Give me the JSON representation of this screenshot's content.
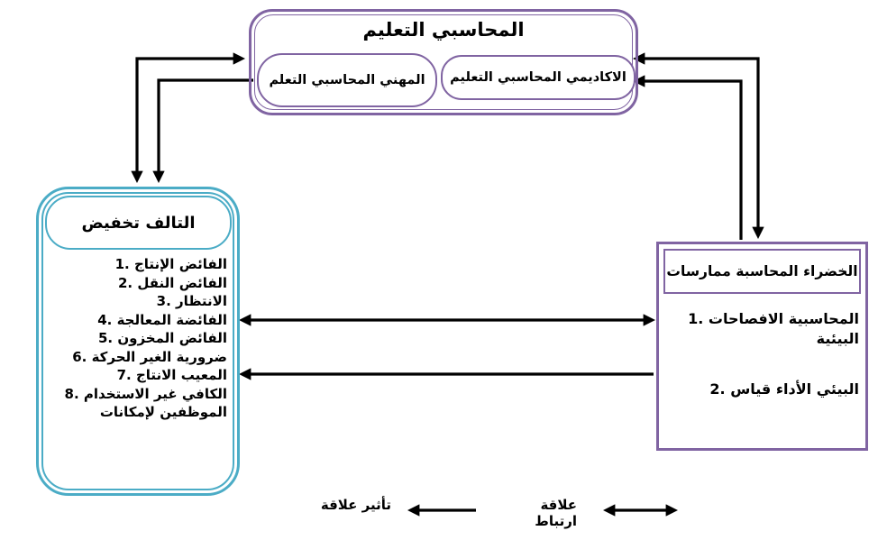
{
  "colors": {
    "purple": "#8064A2",
    "teal": "#4BACC6",
    "arrow": "#000000"
  },
  "top_box": {
    "title": "التعليم المحاسبي",
    "sub_professional": "التعلم المحاسبي المهني",
    "sub_academic": "التعليم المحاسبي الاكاديمي"
  },
  "left_box": {
    "title": "تخفيض التالف",
    "items": [
      "الإنتاج الفائض",
      "النقل الفائض",
      "الانتظار",
      "المعالجة الفائضة",
      "المخزون الفائض",
      "الحركة الغير ضرورية",
      "الانتاج المعيب",
      "الاستخدام غير الكافي لإمكانات الموظفين"
    ]
  },
  "right_box": {
    "title": "ممارسات المحاسبة الخضراء",
    "items": [
      "الافصاحات المحاسبية البيئية",
      "قياس الأداء البيئي"
    ]
  },
  "legend": {
    "influence": "علاقة تأثير",
    "correlation": "علاقة ارتباط"
  }
}
